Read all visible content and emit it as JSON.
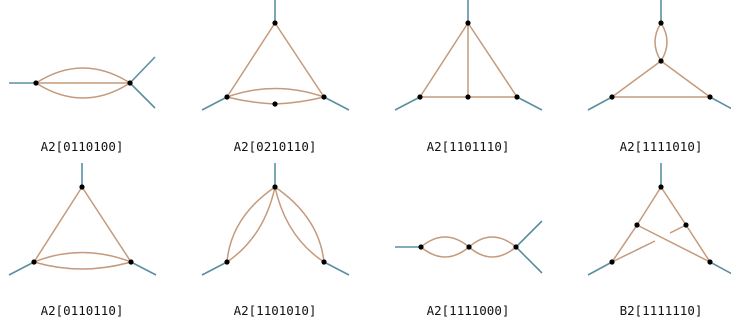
{
  "colors": {
    "external_leg": "#5b8fa0",
    "internal_edge": "#c49a7c",
    "vertex": "#000000"
  },
  "diagrams": [
    {
      "label": "A2[0110100]"
    },
    {
      "label": "A2[0210110]"
    },
    {
      "label": "A2[1101110]"
    },
    {
      "label": "A2[1111010]"
    },
    {
      "label": "A2[0110110]"
    },
    {
      "label": "A2[1101010]"
    },
    {
      "label": "A2[1111000]"
    },
    {
      "label": "B2[1111110]"
    }
  ]
}
